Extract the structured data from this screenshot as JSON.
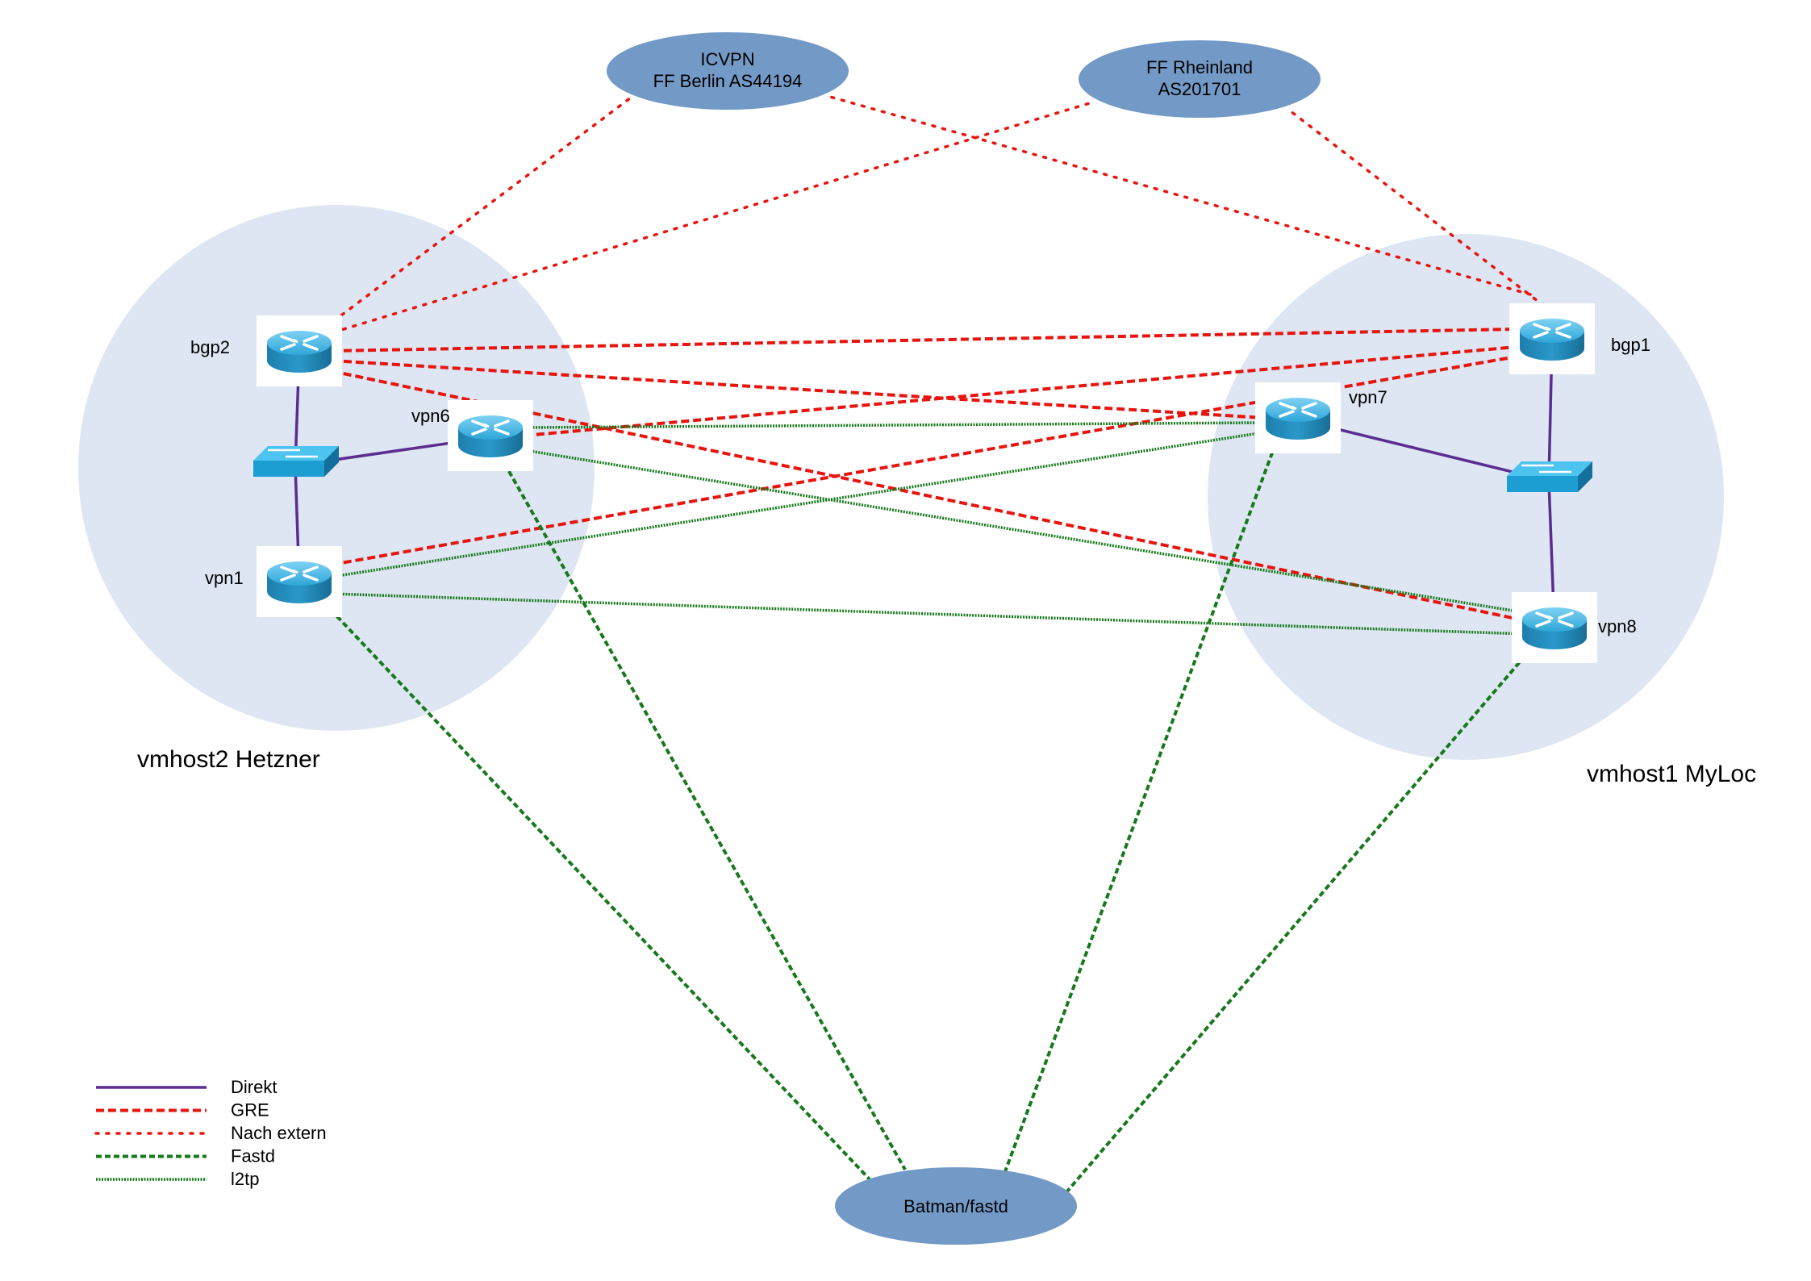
{
  "zones": [
    {
      "id": "hetzner",
      "label": "vmhost2 Hetzner"
    },
    {
      "id": "myloc",
      "label": "vmhost1 MyLoc"
    }
  ],
  "external": [
    {
      "id": "icvpn",
      "line1": "ICVPN",
      "line2": "FF Berlin AS44194"
    },
    {
      "id": "rheinland",
      "line1": "FF Rheinland",
      "line2": "AS201701"
    },
    {
      "id": "batman",
      "line1": "Batman/fastd",
      "line2": ""
    }
  ],
  "routers": [
    {
      "id": "bgp2",
      "label": "bgp2"
    },
    {
      "id": "vpn6",
      "label": "vpn6"
    },
    {
      "id": "vpn1",
      "label": "vpn1"
    },
    {
      "id": "bgp1",
      "label": "bgp1"
    },
    {
      "id": "vpn7",
      "label": "vpn7"
    },
    {
      "id": "vpn8",
      "label": "vpn8"
    }
  ],
  "switches": [
    {
      "id": "switch-hetzner"
    },
    {
      "id": "switch-myloc"
    }
  ],
  "link_styles": {
    "direkt": {
      "color": "#5b2d91",
      "label": "Direkt"
    },
    "gre": {
      "color": "#e8150f",
      "label": "GRE"
    },
    "extern": {
      "color": "#e8150f",
      "label": "Nach extern"
    },
    "fastd": {
      "color": "#17791b",
      "label": "Fastd"
    },
    "l2tp": {
      "color": "#17791b",
      "label": "l2tp"
    }
  },
  "links": [
    {
      "type": "direkt",
      "from": "bgp2",
      "to": "switch-hetzner"
    },
    {
      "type": "direkt",
      "from": "switch-hetzner",
      "to": "vpn1"
    },
    {
      "type": "direkt",
      "from": "switch-hetzner",
      "to": "vpn6"
    },
    {
      "type": "direkt",
      "from": "bgp1",
      "to": "switch-myloc"
    },
    {
      "type": "direkt",
      "from": "switch-myloc",
      "to": "vpn8"
    },
    {
      "type": "direkt",
      "from": "vpn7",
      "to": "switch-myloc"
    },
    {
      "type": "gre",
      "from": "bgp2",
      "to": "bgp1"
    },
    {
      "type": "gre",
      "from": "bgp2",
      "to": "vpn7"
    },
    {
      "type": "gre",
      "from": "bgp2",
      "to": "vpn8"
    },
    {
      "type": "gre",
      "from": "vpn6",
      "to": "bgp1"
    },
    {
      "type": "gre",
      "from": "vpn1",
      "to": "bgp1"
    },
    {
      "type": "extern",
      "from": "bgp2",
      "to": "icvpn"
    },
    {
      "type": "extern",
      "from": "bgp2",
      "to": "rheinland"
    },
    {
      "type": "extern",
      "from": "bgp1",
      "to": "icvpn"
    },
    {
      "type": "extern",
      "from": "bgp1",
      "to": "rheinland"
    },
    {
      "type": "fastd",
      "from": "vpn1",
      "to": "batman"
    },
    {
      "type": "fastd",
      "from": "vpn6",
      "to": "batman"
    },
    {
      "type": "fastd",
      "from": "vpn7",
      "to": "batman"
    },
    {
      "type": "fastd",
      "from": "vpn8",
      "to": "batman"
    },
    {
      "type": "l2tp",
      "from": "vpn6",
      "to": "vpn7"
    },
    {
      "type": "l2tp",
      "from": "vpn6",
      "to": "vpn8"
    },
    {
      "type": "l2tp",
      "from": "vpn1",
      "to": "vpn7"
    },
    {
      "type": "l2tp",
      "from": "vpn1",
      "to": "vpn8"
    }
  ],
  "legend": [
    "direkt",
    "gre",
    "extern",
    "fastd",
    "l2tp"
  ]
}
